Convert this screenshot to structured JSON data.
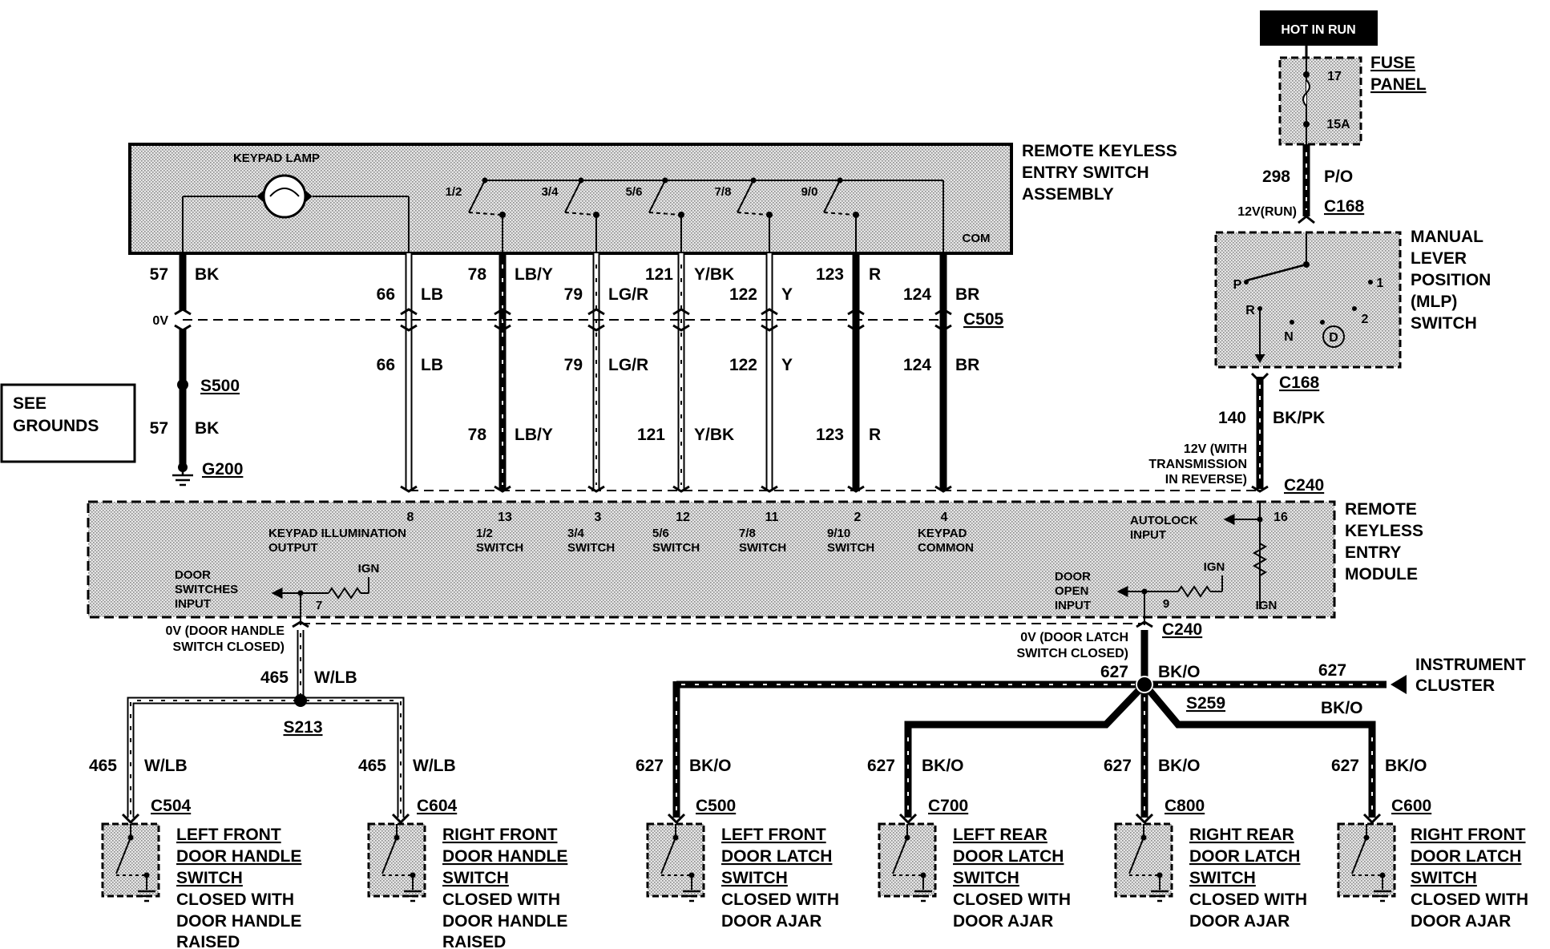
{
  "power": {
    "hot_in_run": "HOT IN RUN"
  },
  "fuse_panel": {
    "label1": "FUSE",
    "label2": "PANEL",
    "fuse_no": "17",
    "rating": "15A"
  },
  "feed": {
    "circuit": "298",
    "color": "P/O",
    "voltage": "12V(RUN)",
    "connector": "C168"
  },
  "mlp": {
    "l1": "MANUAL",
    "l2": "LEVER",
    "l3": "POSITION",
    "l4": "(MLP)",
    "l5": "SWITCH",
    "p": "P",
    "r": "R",
    "n": "N",
    "d": "D",
    "one": "1",
    "two": "2"
  },
  "mlp_out": {
    "connector": "C168",
    "circuit": "140",
    "color": "BK/PK",
    "note1": "12V (WITH",
    "note2": "TRANSMISSION",
    "note3": "IN REVERSE)",
    "connector2": "C240"
  },
  "switch_assy": {
    "l1": "REMOTE KEYLESS",
    "l2": "ENTRY SWITCH",
    "l3": "ASSEMBLY",
    "lamp": "KEYPAD LAMP",
    "com": "COM",
    "s1": "1/2",
    "s2": "3/4",
    "s3": "5/6",
    "s4": "7/8",
    "s5": "9/0"
  },
  "wires_top": {
    "w57": "57",
    "bk": "BK",
    "w66": "66",
    "lb": "LB",
    "w78": "78",
    "lby": "LB/Y",
    "w79": "79",
    "lgr": "LG/R",
    "w121": "121",
    "ybk": "Y/BK",
    "w122": "122",
    "y": "Y",
    "w123": "123",
    "r": "R",
    "w124": "124",
    "br": "BR",
    "ov": "0V",
    "c505": "C505"
  },
  "grounds": {
    "see1": "SEE",
    "see2": "GROUNDS",
    "s500": "S500",
    "g200": "G200"
  },
  "module": {
    "l1": "REMOTE",
    "l2": "KEYLESS",
    "l3": "ENTRY",
    "l4": "MODULE",
    "p8": "8",
    "p13": "13",
    "p3": "3",
    "p12": "12",
    "p11": "11",
    "p2": "2",
    "p4": "4",
    "p16": "16",
    "p7": "7",
    "p9": "9",
    "illum1": "KEYPAD ILLUMINATION",
    "illum2": "OUTPUT",
    "sw12a": "1/2",
    "sw34a": "3/4",
    "sw56a": "5/6",
    "sw78a": "7/8",
    "sw910a": "9/10",
    "switch": "SWITCH",
    "kp1": "KEYPAD",
    "kp2": "COMMON",
    "al1": "AUTOLOCK",
    "al2": "INPUT",
    "ds1": "DOOR",
    "ds2": "SWITCHES",
    "ds3": "INPUT",
    "do1": "DOOR",
    "do2": "OPEN",
    "do3": "INPUT",
    "ign": "IGN"
  },
  "left_bus": {
    "note1": "0V (DOOR HANDLE",
    "note2": "SWITCH CLOSED)",
    "circuit": "465",
    "color": "W/LB",
    "splice": "S213"
  },
  "right_bus": {
    "note1": "0V (DOOR LATCH",
    "note2": "SWITCH CLOSED)",
    "connector": "C240",
    "circuit": "627",
    "color": "BK/O",
    "splice": "S259",
    "ic1": "INSTRUMENT",
    "ic2": "CLUSTER"
  },
  "switches": [
    {
      "conn": "C504",
      "circuit": "465",
      "color": "W/LB",
      "n1": "LEFT FRONT",
      "n2": "DOOR HANDLE",
      "n3": "SWITCH",
      "c1": "CLOSED WITH",
      "c2": "DOOR HANDLE",
      "c3": "RAISED"
    },
    {
      "conn": "C604",
      "circuit": "465",
      "color": "W/LB",
      "n1": "RIGHT FRONT",
      "n2": "DOOR HANDLE",
      "n3": "SWITCH",
      "c1": "CLOSED WITH",
      "c2": "DOOR HANDLE",
      "c3": "RAISED"
    },
    {
      "conn": "C500",
      "circuit": "627",
      "color": "BK/O",
      "n1": "LEFT FRONT",
      "n2": "DOOR LATCH",
      "n3": "SWITCH",
      "c1": "CLOSED WITH",
      "c2": "DOOR AJAR"
    },
    {
      "conn": "C700",
      "circuit": "627",
      "color": "BK/O",
      "n1": "LEFT REAR",
      "n2": "DOOR LATCH",
      "n3": "SWITCH",
      "c1": "CLOSED WITH",
      "c2": "DOOR AJAR"
    },
    {
      "conn": "C800",
      "circuit": "627",
      "color": "BK/O",
      "n1": "RIGHT REAR",
      "n2": "DOOR LATCH",
      "n3": "SWITCH",
      "c1": "CLOSED WITH",
      "c2": "DOOR AJAR"
    },
    {
      "conn": "C600",
      "circuit": "627",
      "color": "BK/O",
      "n1": "RIGHT FRONT",
      "n2": "DOOR LATCH",
      "n3": "SWITCH",
      "c1": "CLOSED WITH",
      "c2": "DOOR AJAR"
    }
  ]
}
